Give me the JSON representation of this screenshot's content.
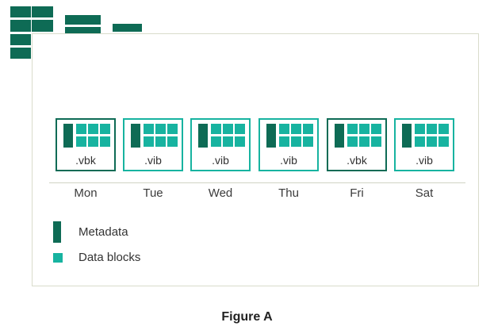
{
  "colors": {
    "metadata": "#0e6b55",
    "data_blocks": "#17b3a0",
    "frame": "#d9dccb"
  },
  "database_icons": [
    "database-icon",
    "database-icon",
    "database-icon"
  ],
  "files": [
    {
      "ext": ".vbk",
      "day": "Mon",
      "kind": "full"
    },
    {
      "ext": ".vib",
      "day": "Tue",
      "kind": "incremental"
    },
    {
      "ext": ".vib",
      "day": "Wed",
      "kind": "incremental"
    },
    {
      "ext": ".vib",
      "day": "Thu",
      "kind": "incremental"
    },
    {
      "ext": ".vbk",
      "day": "Fri",
      "kind": "full"
    },
    {
      "ext": ".vib",
      "day": "Sat",
      "kind": "incremental"
    }
  ],
  "legend": {
    "metadata_label": "Metadata",
    "data_blocks_label": "Data blocks"
  },
  "caption": "Figure A"
}
